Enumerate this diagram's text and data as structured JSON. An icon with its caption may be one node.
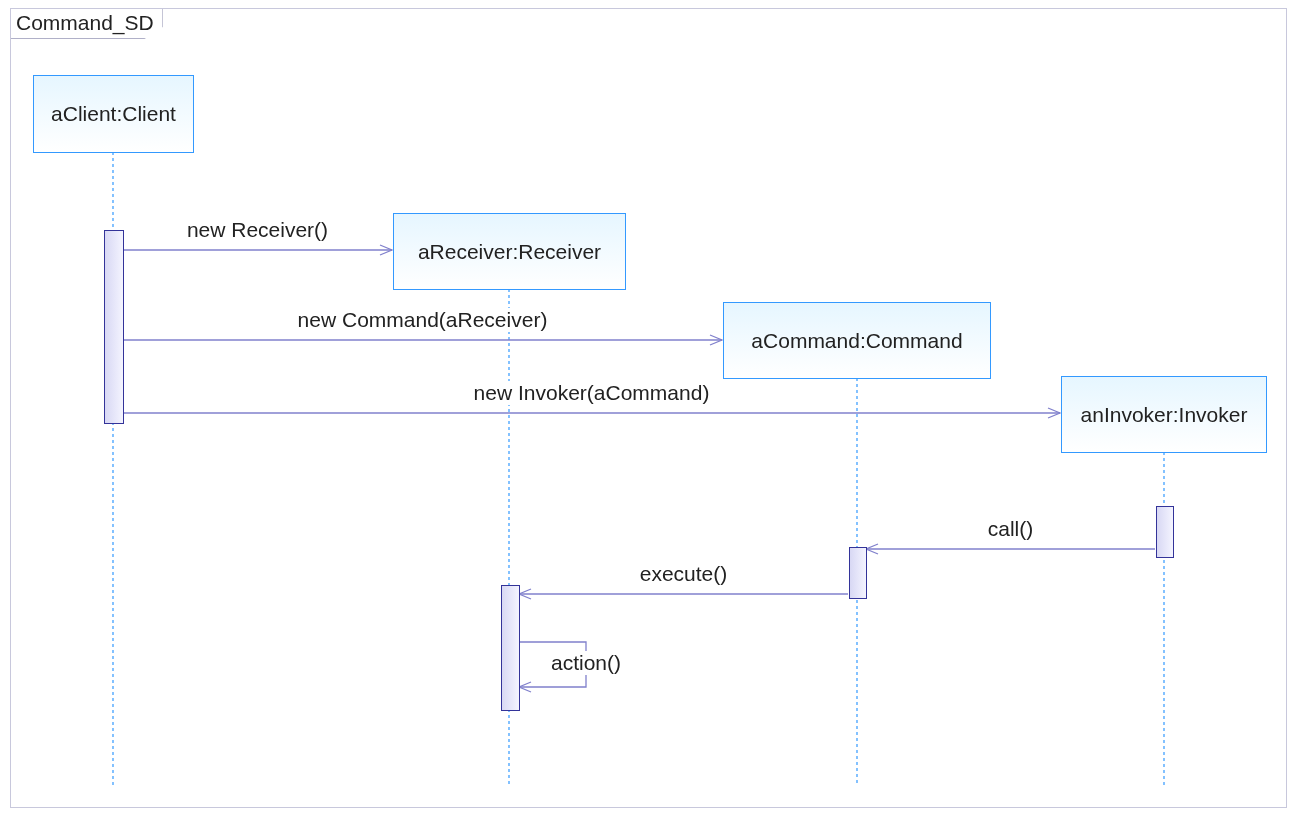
{
  "diagram": {
    "nodes": [
      {
        "text": [
          "Command_SD"
        ]
      },
      {
        "text": [
          "aClient:Client"
        ],
        "in": 0
      },
      {
        "text": [
          "aReceiver:Receiver"
        ],
        "in": 0
      },
      {
        "text": [
          "aCommand:Command"
        ],
        "in": 0
      },
      {
        "text": [
          "anInvoker:Invoker"
        ],
        "in": 0
      },
      {
        "text": [],
        "shape": "bar",
        "in": 0
      },
      {
        "text": [],
        "shape": "bar",
        "in": 0
      },
      {
        "text": [],
        "shape": "bar",
        "in": 0
      },
      {
        "text": [],
        "shape": "bar",
        "in": 0
      }
    ],
    "edges": [
      {
        "from": 5,
        "to": 2,
        "arrow": "to",
        "label": "new Receiver()"
      },
      {
        "from": 5,
        "to": 3,
        "arrow": "to",
        "label": "new Command(aReceiver)"
      },
      {
        "from": 5,
        "to": 4,
        "arrow": "to",
        "label": "new Invoker(aCommand)"
      },
      {
        "from": 8,
        "to": 7,
        "arrow": "to",
        "label": "call()"
      },
      {
        "from": 7,
        "to": 6,
        "arrow": "to",
        "label": "execute()"
      },
      {
        "from": 6,
        "to": 6,
        "arrow": "to",
        "label": "action()"
      }
    ]
  }
}
